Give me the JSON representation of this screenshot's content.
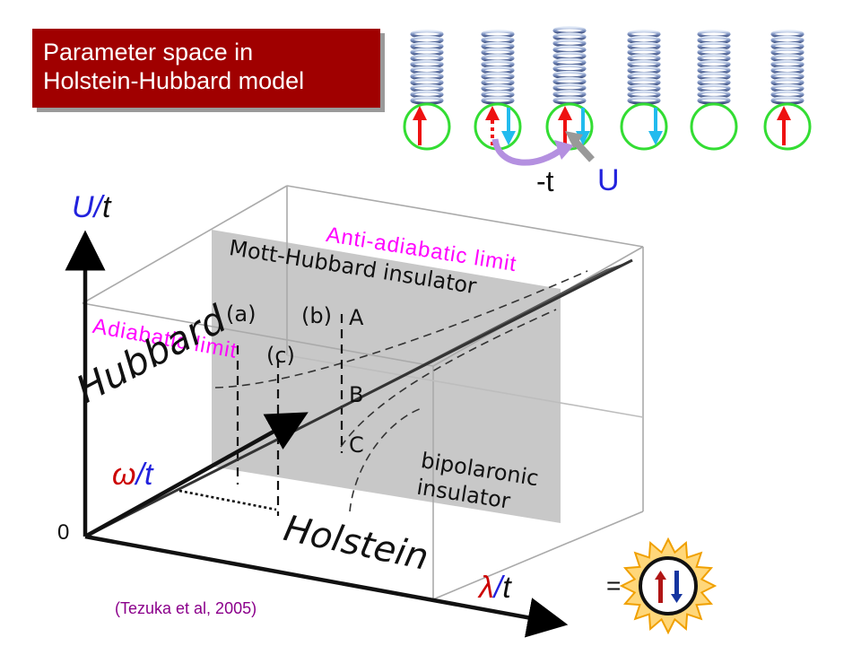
{
  "title": {
    "line1": "Parameter space in",
    "line2": "Holstein-Hubbard model"
  },
  "hopping_label": "-t",
  "interaction_label": "U",
  "axes": {
    "y": {
      "sym": "U",
      "slash": "/",
      "t": "t"
    },
    "z": {
      "sym": "ω",
      "slash": "/",
      "t": "t"
    },
    "x": {
      "sym": "λ",
      "slash": "/",
      "t": "t"
    },
    "origin": "0"
  },
  "limits": {
    "anti_adiabatic": "Anti-adiabatic limit",
    "adiabatic": "Adiabatic limit"
  },
  "regions": {
    "mott_line1": "Mott-Hubbard insulator",
    "bipolaronic_line1": "bipolaronic",
    "bipolaronic_line2": "insulator"
  },
  "points": {
    "a": "(a)",
    "b": "(b)",
    "c": "(c)",
    "A": "A",
    "B": "B",
    "C": "C"
  },
  "lines": {
    "hubbard": "Hubbard",
    "holstein": "Holstein"
  },
  "equals": "=",
  "citation": "(Tezuka et al, 2005)",
  "colors": {
    "title_bg": "#a00000",
    "spin_up": "#ee1111",
    "spin_down": "#22bbee",
    "site_ring": "#33dd33",
    "axis_U": "#2222dd",
    "axis_omega": "#cc0000",
    "axis_lambda": "#cc0000",
    "limit_text": "#ff00ff",
    "plane_fill": "#c8c8c8",
    "spring": "#8aa0c8",
    "hop_arrow": "#b490e0",
    "u_arrow": "#999999",
    "sun": "#ffa500"
  }
}
